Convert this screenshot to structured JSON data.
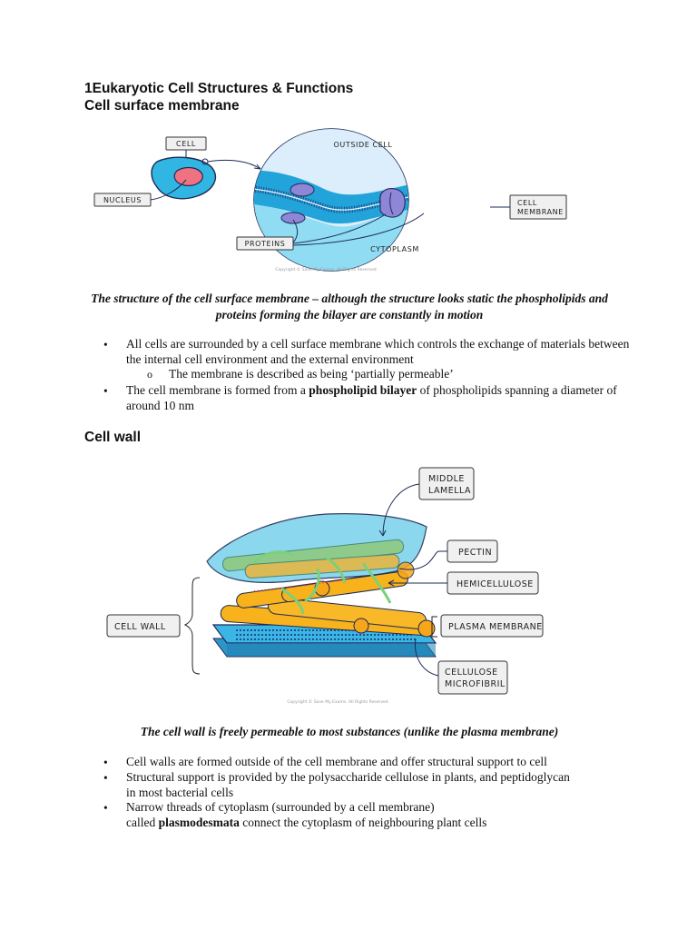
{
  "title": "1Eukaryotic Cell Structures & Functions",
  "section1": {
    "heading": "Cell surface membrane",
    "figure": {
      "labels": {
        "cell": "CELL",
        "nucleus": "NUCLEUS",
        "outside_cell": "OUTSIDE CELL",
        "cell_membrane_line1": "CELL",
        "cell_membrane_line2": "MEMBRANE",
        "proteins": "PROTEINS",
        "cytoplasm": "CYTOPLASM"
      },
      "copyright": "Copyright © Save My Exams. All Rights Reserved",
      "colors": {
        "outline": "#1d2b55",
        "cytoplasm": "#8fdcf3",
        "membrane_band": "#22a3d9",
        "nucleus": "#ef7283",
        "protein": "#8e86d6"
      }
    },
    "caption": "The structure of the cell surface membrane – although the structure looks static the phospholipids and proteins forming the bilayer are constantly in motion",
    "bullets": [
      {
        "type": "plain",
        "text": "All cells are surrounded by a cell surface membrane which controls the exchange of materials between the internal cell environment and the external environment"
      },
      {
        "type": "sub",
        "marker": "o",
        "text": "The membrane is described as being ‘partially permeable’"
      },
      {
        "type": "mixed",
        "before": "The cell membrane is formed from a ",
        "bold": "phospholipid bilayer",
        "after": " of phospholipids spanning a diameter of around 10 nm"
      }
    ]
  },
  "section2": {
    "heading": "Cell wall",
    "figure": {
      "labels": {
        "middle_lamella_line1": "MIDDLE",
        "middle_lamella_line2": "LAMELLA",
        "pectin": "PECTIN",
        "hemicellulose": "HEMICELLULOSE",
        "cell_wall": "CELL WALL",
        "plasma_membrane": "PLASMA MEMBRANE",
        "cellulose_line1": "CELLULOSE",
        "cellulose_line2": "MICROFIBRIL"
      },
      "copyright": "Copyright © Save My Exams. All Rights Reserved",
      "colors": {
        "lamella": "#7fd3ec",
        "microfibril": "#f7b21c",
        "hemicellulose": "#7bd07d",
        "plasma_membrane": "#3bb5e6"
      }
    },
    "caption": "The cell wall is freely permeable to most substances (unlike the plasma membrane)",
    "bullets": [
      {
        "type": "plain",
        "text": "Cell walls are formed outside of the cell membrane and offer structural support to cell"
      },
      {
        "type": "plain",
        "text": "Structural support is provided by the polysaccharide cellulose in plants, and peptidoglycan in most bacterial cells"
      },
      {
        "type": "mixed",
        "line1": "Narrow threads of cytoplasm (surrounded by a cell membrane)",
        "before": "called ",
        "bold": "plasmodesmata",
        "after": " connect the cytoplasm of neighbouring plant cells"
      }
    ]
  }
}
